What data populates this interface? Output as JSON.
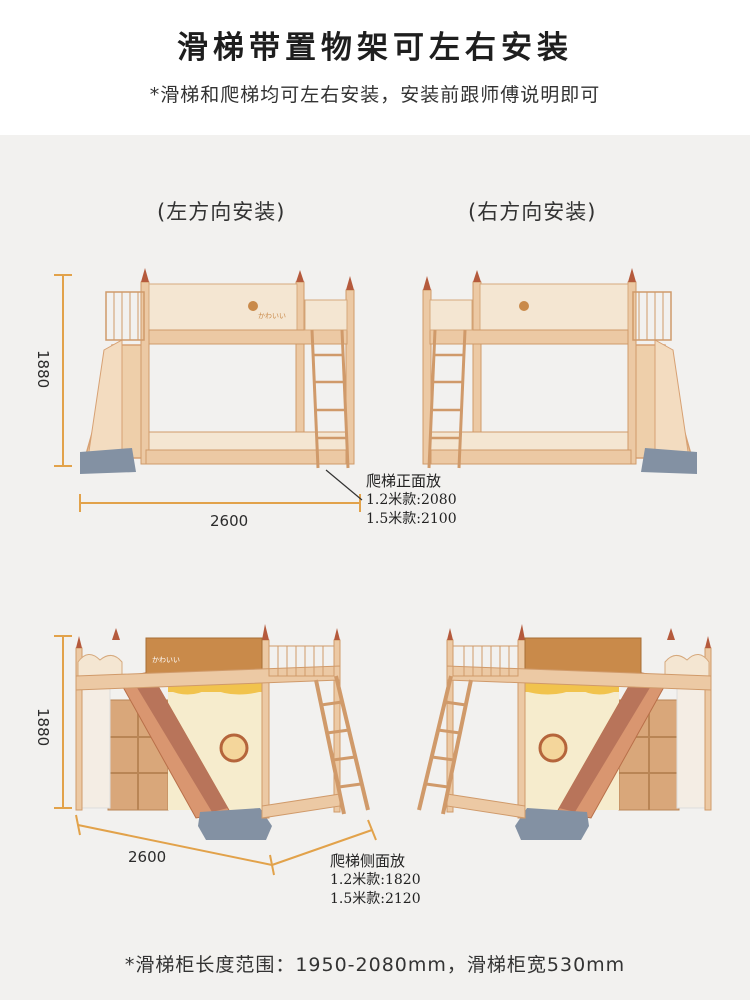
{
  "header": {
    "title": "滑梯带置物架可左右安装",
    "subtitle": "*滑梯和爬梯均可左右安装，安装前跟师傅说明即可"
  },
  "panels": {
    "left_label": "(左方向安装)",
    "right_label": "(右方向安装)"
  },
  "dimensions": {
    "top_height": "1880",
    "top_width": "2600",
    "bottom_height": "1880",
    "bottom_width": "2600"
  },
  "front_note": {
    "heading": "爬梯正面放",
    "line1": "1.2米款:2080",
    "line2": "1.5米款:2100"
  },
  "side_note": {
    "heading": "爬梯侧面放",
    "line1": "1.2米款:1820",
    "line2": "1.5米款:2120"
  },
  "headboard_text": "かわいい",
  "footer": "*滑梯柜长度范围：1950-2080mm，滑梯柜宽530mm",
  "colors": {
    "wood": "#ecc9a4",
    "wood_dark": "#d9a77a",
    "panel": "#f4e6d2",
    "orange": "#c98a4a",
    "slate": "#8391a3",
    "dimension": "#e2a24a"
  }
}
